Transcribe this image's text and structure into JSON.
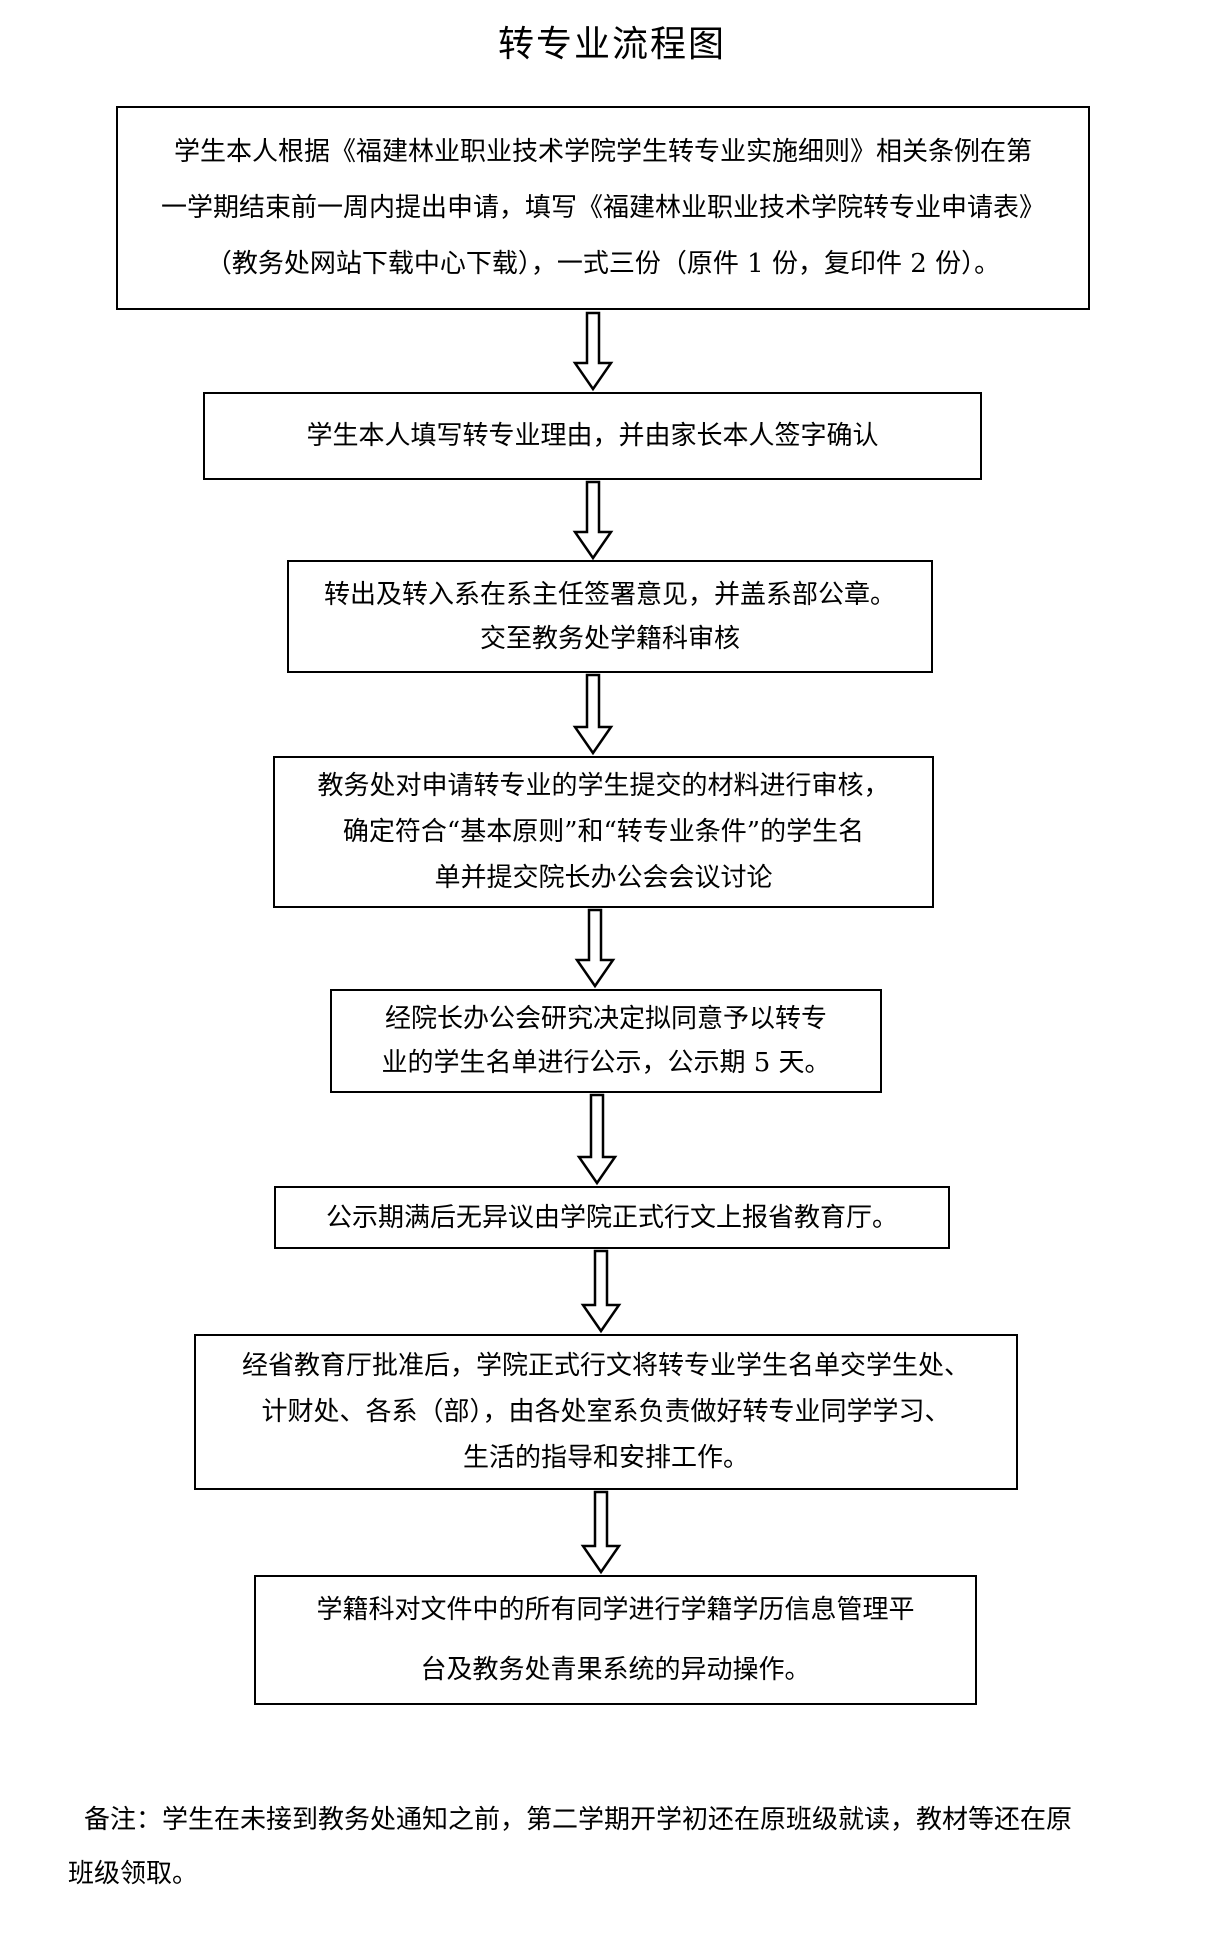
{
  "title": "转专业流程图",
  "steps": [
    {
      "lines": [
        "学生本人根据《福建林业职业技术学院学生转专业实施细则》相关条例在第",
        "一学期结束前一周内提出申请，填写《福建林业职业技术学院转专业申请表》",
        "（教务处网站下载中心下载），一式三份（原件 1 份，复印件 2 份）。"
      ]
    },
    {
      "lines": [
        "学生本人填写转专业理由，并由家长本人签字确认"
      ]
    },
    {
      "lines": [
        "转出及转入系在系主任签署意见，并盖系部公章。",
        "交至教务处学籍科审核"
      ]
    },
    {
      "lines": [
        "教务处对申请转专业的学生提交的材料进行审核，",
        "确定符合“基本原则”和“转专业条件”的学生名",
        "单并提交院长办公会会议讨论"
      ]
    },
    {
      "lines": [
        "经院长办公会研究决定拟同意予以转专",
        "业的学生名单进行公示，公示期 5 天。"
      ]
    },
    {
      "lines": [
        "公示期满后无异议由学院正式行文上报省教育厅。"
      ]
    },
    {
      "lines": [
        "经省教育厅批准后，学院正式行文将转专业学生名单交学生处、",
        "计财处、各系（部），由各处室系负责做好转专业同学学习、",
        "生活的指导和安排工作。"
      ]
    },
    {
      "lines": [
        "学籍科对文件中的所有同学进行学籍学历信息管理平",
        "台及教务处青果系统的异动操作。"
      ]
    }
  ],
  "note": {
    "lines": [
      "备注：学生在未接到教务处通知之前，第二学期开学初还在原班级就读，教材等还在原",
      "班级领取。"
    ]
  }
}
